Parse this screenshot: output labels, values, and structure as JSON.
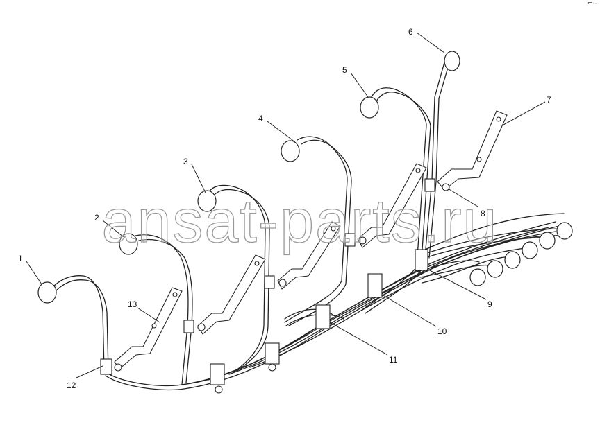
{
  "diagram": {
    "callouts": [
      "1",
      "2",
      "3",
      "4",
      "5",
      "6",
      "7",
      "8",
      "9",
      "10",
      "11",
      "12",
      "13"
    ]
  },
  "watermark": "ansat-parts.ru",
  "corner_mark": "⌐--",
  "colors": {
    "line": "#222222",
    "watermark_outline": "#9a9a9a",
    "background": "#ffffff"
  }
}
